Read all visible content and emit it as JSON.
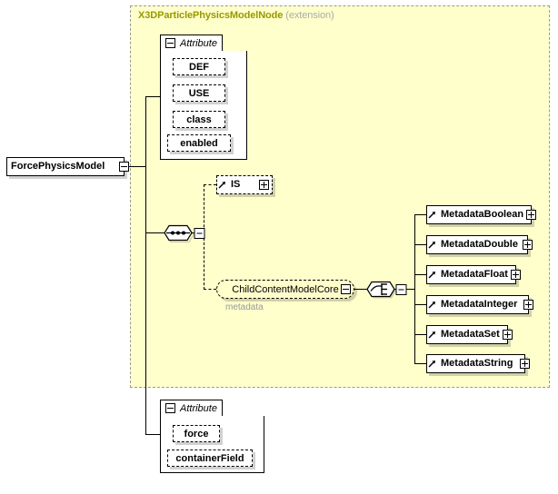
{
  "diagram": {
    "root": {
      "name": "ForcePhysicsModel",
      "expander": "minus"
    },
    "extension": {
      "base_type": "X3DParticlePhysicsModelNode",
      "kind": "(extension)"
    },
    "attribute_group_top": {
      "tab_label": "Attribute",
      "expander": "minus",
      "attributes": [
        {
          "name": "DEF"
        },
        {
          "name": "USE"
        },
        {
          "name": "class"
        },
        {
          "name": "enabled"
        }
      ]
    },
    "attribute_group_bottom": {
      "tab_label": "Attribute",
      "expander": "minus",
      "attributes": [
        {
          "name": "force"
        },
        {
          "name": "containerField"
        }
      ]
    },
    "sequence_compositor": {
      "icon": "sequence-icon",
      "expander": "minus"
    },
    "choice_compositor": {
      "icon": "choice-icon",
      "expander": "minus"
    },
    "is_element": {
      "name": "IS",
      "expander": "plus",
      "icon": "element-ref-icon"
    },
    "child_content_model": {
      "name": "ChildContentModelCore",
      "sublabel": "metadata",
      "expander": "minus"
    },
    "metadata_elements": [
      {
        "name": "MetadataBoolean",
        "expander": "plus",
        "icon": "element-ref-icon"
      },
      {
        "name": "MetadataDouble",
        "expander": "plus",
        "icon": "element-ref-icon"
      },
      {
        "name": "MetadataFloat",
        "expander": "plus",
        "icon": "element-ref-icon"
      },
      {
        "name": "MetadataInteger",
        "expander": "plus",
        "icon": "element-ref-icon"
      },
      {
        "name": "MetadataSet",
        "expander": "plus",
        "icon": "element-ref-icon"
      },
      {
        "name": "MetadataString",
        "expander": "plus",
        "icon": "element-ref-icon"
      }
    ],
    "colors": {
      "extension_fill": "#ffffcc",
      "extension_border": "#999999",
      "extension_title": "#999900",
      "extension_kind": "#aaaaaa",
      "sublabel": "#999999",
      "node_fill": "#ffffff",
      "node_border": "#000000"
    }
  }
}
